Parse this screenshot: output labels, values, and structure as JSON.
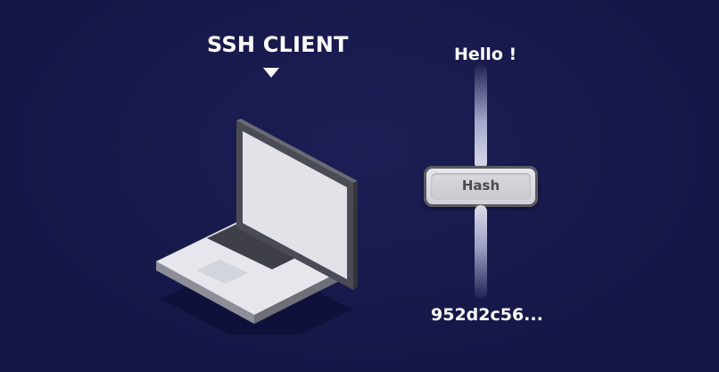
{
  "diagram": {
    "client_title": "SSH CLIENT",
    "input_text": "Hello !",
    "hash_label": "Hash",
    "output_text": "952d2c56..."
  },
  "colors": {
    "background": "#161747",
    "text": "#ffffff",
    "hash_box": "#d3d3da",
    "hash_text": "#4a4a52",
    "rail": "#c8c9e6"
  },
  "icons": [
    "laptop-icon",
    "down-arrow-icon"
  ]
}
